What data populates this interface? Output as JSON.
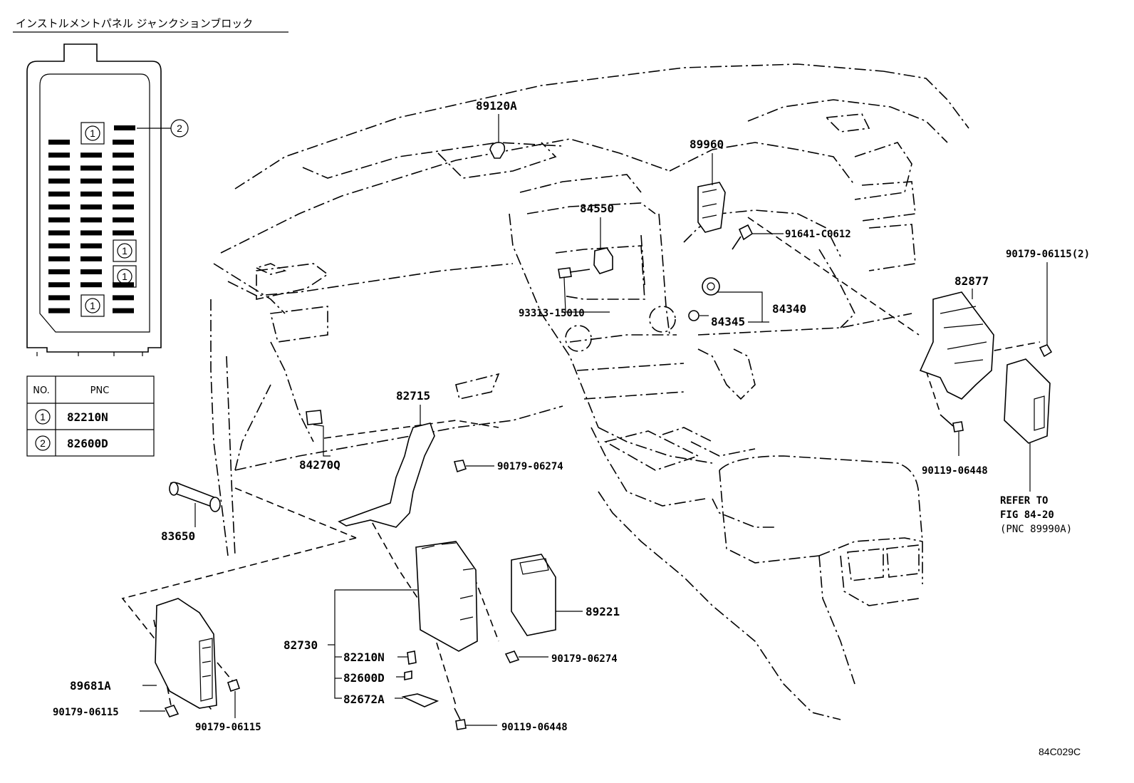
{
  "header": {
    "title": "インストルメントパネル ジャンクションブロック"
  },
  "fuse_block": {
    "callout_1": "1",
    "callout_2": "2"
  },
  "pnc_table": {
    "headers": [
      "NO.",
      "PNC"
    ],
    "rows": [
      {
        "no": "1",
        "pnc": "82210N"
      },
      {
        "no": "2",
        "pnc": "82600D"
      }
    ]
  },
  "parts": {
    "p89120A": "89120A",
    "p89960": "89960",
    "p84550": "84550",
    "p91641": "91641-C0612",
    "p93313": "93313-15010",
    "p84345": "84345",
    "p84340": "84340",
    "p82877": "82877",
    "p90179_2": "90179-06115(2)",
    "p82715": "82715",
    "p84270Q": "84270Q",
    "p90179_a": "90179-06274",
    "p90119_a": "90119-06448",
    "p83650": "83650",
    "p89221": "89221",
    "p82730": "82730",
    "p82210N": "82210N",
    "p82600D": "82600D",
    "p82672A": "82672A",
    "p90179_b": "90179-06274",
    "p90119_b": "90119-06448",
    "p89681A": "89681A",
    "p90179_c": "90179-06115",
    "p90179_d": "90179-06115"
  },
  "refer": {
    "line1": "REFER TO",
    "line2": "FIG 84-20",
    "line3": "(PNC 89990A)"
  },
  "figure_code": "84C029C"
}
